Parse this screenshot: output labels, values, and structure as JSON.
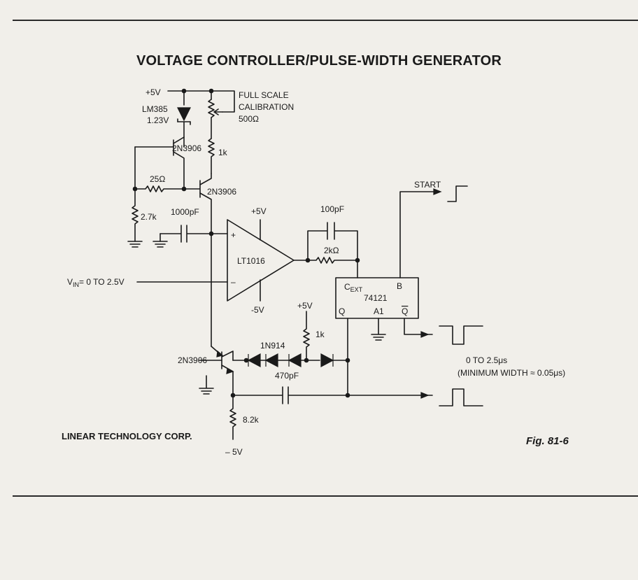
{
  "title": "VOLTAGE CONTROLLER/PULSE-WIDTH GENERATOR",
  "company": "LINEAR TECHNOLOGY CORP.",
  "figure": "Fig. 81-6",
  "labels": {
    "plus5v_top": "+5V",
    "lm385": "LM385",
    "lm385_v": "1.23V",
    "full_scale": "FULL SCALE",
    "calibration": "CALIBRATION",
    "pot_value": "500Ω",
    "q1": "2N3906",
    "r1k_top": "1k",
    "r25": "25Ω",
    "q2": "2N3906",
    "r27k": "2.7k",
    "c1000": "1000pF",
    "plus5v_op": "+5V",
    "opamp": "LT1016",
    "minus5v_op": "-5V",
    "c100": "100pF",
    "r2k": "2kΩ",
    "start": "START",
    "cext": "C",
    "cext_sub": "EXT",
    "pin_b": "B",
    "ic": "74121",
    "pin_q": "Q",
    "pin_a1": "A1",
    "pin_qbar": "Q",
    "vin": "V",
    "vin_sub": "IN",
    "vin_rest": "= 0 TO 2.5V",
    "plus5v_diode": "+5V",
    "r1k_diode": "1k",
    "diode": "1N914",
    "q3": "2N3906",
    "c470": "470pF",
    "r82k": "8.2k",
    "minus5v_bottom": "– 5V",
    "range": "0 TO 2.5μs",
    "min_width": "(MINIMUM WIDTH ≈ 0.05μs)"
  }
}
